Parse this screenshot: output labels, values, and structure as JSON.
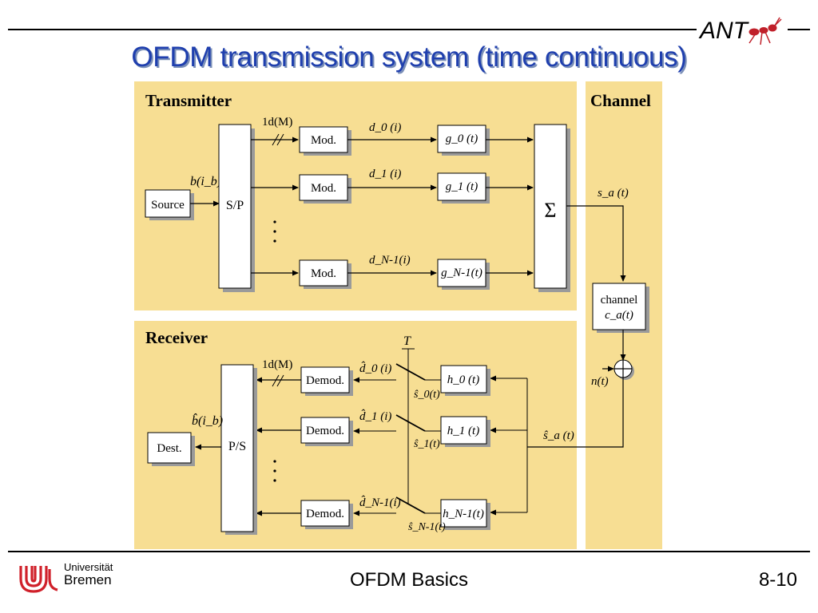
{
  "title": "OFDM transmission system (time continuous)",
  "footer": {
    "center": "OFDM Basics",
    "page": "8-10",
    "university_line1": "Universität",
    "university_line2": "Bremen"
  },
  "logo_text": "ANT",
  "transmitter": {
    "label": "Transmitter",
    "source": "Source",
    "input_signal": "b(i_b)",
    "sp": "S/P",
    "bits": "1d(M)",
    "mod_label": "Mod.",
    "symbols": [
      "d_0 (i)",
      "d_1 (i)",
      "d_N-1(i)"
    ],
    "filters": [
      "g_0 (t)",
      "g_1 (t)",
      "g_N-1(t)"
    ],
    "sum": "Σ",
    "output": "s_a (t)"
  },
  "channel": {
    "label": "Channel",
    "block_line1": "channel",
    "block_line2": "c_a(t)",
    "noise": "n(t)"
  },
  "receiver": {
    "label": "Receiver",
    "sample_time": "T",
    "input": "ŝ_a (t)",
    "filters": [
      "h_0 (t)",
      "h_1 (t)",
      "h_N-1(t)"
    ],
    "samples": [
      "ŝ_0(t)",
      "ŝ_1(t)",
      "ŝ_N-1(t)"
    ],
    "demod_label": "Demod.",
    "symbols": [
      "d̂_0 (i)",
      "d̂_1 (i)",
      "d̂_N-1(i)"
    ],
    "bits": "1d(M)",
    "ps": "P/S",
    "dest": "Dest.",
    "output_signal": "b̂(i_b)"
  },
  "colors": {
    "title": "#1f3fae",
    "panel": "#f7de93",
    "box_shadow": "#9a9a9a"
  }
}
